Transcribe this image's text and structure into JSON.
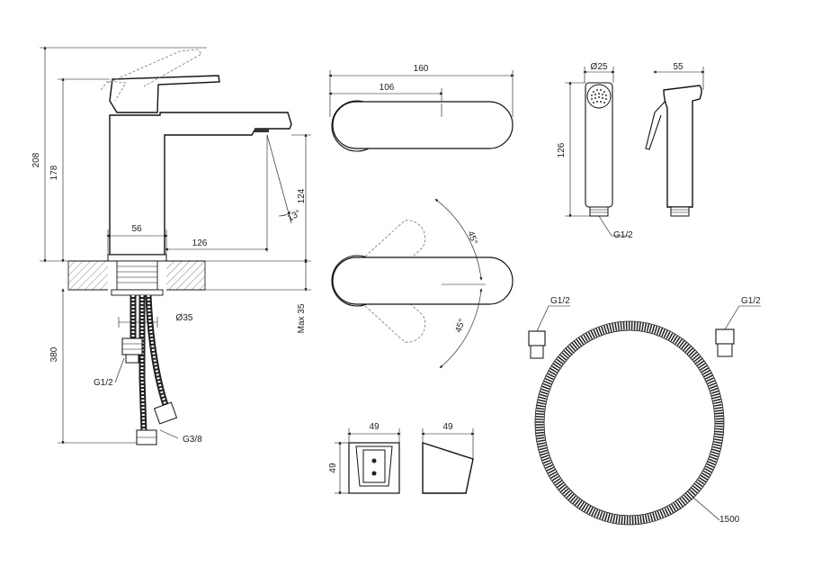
{
  "faucet": {
    "dim_total_height": "208",
    "dim_body_height": "178",
    "dim_spout_height": "124",
    "dim_spout_angle": "13°",
    "dim_base_width": "56",
    "dim_spout_reach": "126",
    "dim_max_thickness": "Max 35",
    "dim_hole_diameter": "Ø35",
    "dim_hose_length": "380",
    "label_thread_g12": "G1/2",
    "label_thread_g38": "G3/8"
  },
  "handle_top": {
    "dim_overall_width": "160",
    "dim_width_106": "106"
  },
  "handle_rotation": {
    "angle_upper": "45°",
    "angle_lower": "45°"
  },
  "shower_head": {
    "dim_diameter": "Ø25",
    "dim_length": "126",
    "dim_depth": "55",
    "label_thread": "G1/2"
  },
  "holder": {
    "dim_front_width": "49",
    "dim_front_height": "49",
    "dim_side_width": "49"
  },
  "hose": {
    "label_thread_left": "G1/2",
    "label_thread_right": "G1/2",
    "dim_length": "1500"
  }
}
